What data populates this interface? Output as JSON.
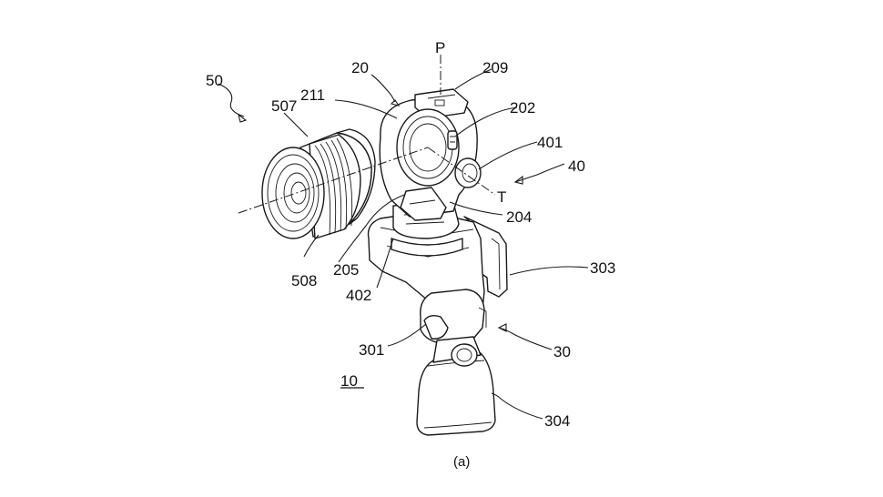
{
  "figure": {
    "caption": "(a)",
    "labels": {
      "n10": "10",
      "n20": "20",
      "n30": "30",
      "n40": "40",
      "n50": "50",
      "n202": "202",
      "n204": "204",
      "n205": "205",
      "n209": "209",
      "n211": "211",
      "n301": "301",
      "n303": "303",
      "n304": "304",
      "n401": "401",
      "n402": "402",
      "n507": "507",
      "n508": "508",
      "axis_p": "P",
      "axis_t": "T"
    }
  }
}
